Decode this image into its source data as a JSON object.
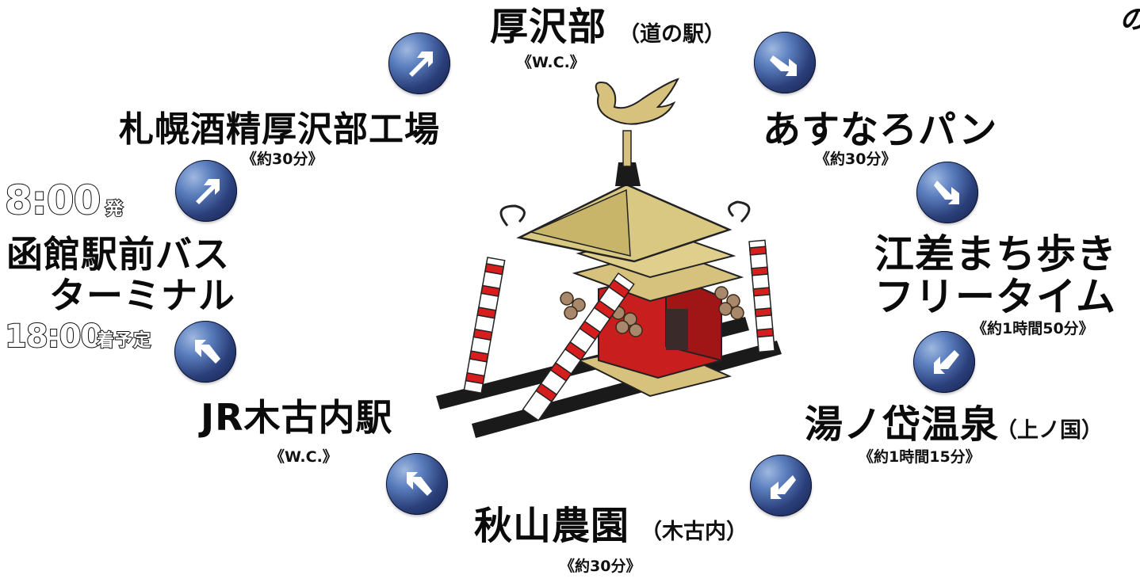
{
  "stops": {
    "atsusabu": {
      "name": "厚沢部",
      "paren": "（道の駅）",
      "note": "《W.C.》"
    },
    "sake": {
      "name": "札幌酒精厚沢部工場",
      "note": "《約30分》"
    },
    "asunaro": {
      "name": "あすなろパン",
      "note": "《約30分》"
    },
    "esashi": {
      "line1": "江差まち歩き",
      "line2": "フリータイム",
      "note": "《約1時間50分》"
    },
    "yunotai": {
      "name": "湯ノ岱温泉",
      "paren": "（上ノ国）",
      "note": "《約1時間15分》"
    },
    "akiyama": {
      "name": "秋山農園",
      "paren": "（木古内）",
      "note": "《約30分》"
    },
    "kikonai": {
      "name": "JR木古内駅",
      "note": "《W.C.》"
    }
  },
  "departure": {
    "time": "8:00",
    "time_suffix": "発",
    "place_line1": "函館駅前バス",
    "place_line2": "ターミナル",
    "return_time": "18:00",
    "return_suffix": "着予定"
  },
  "corner_text": "の",
  "colors": {
    "arrow_dark": "#141f47",
    "arrow_mid": "#2a3f7a",
    "arrow_light": "#9fb8df"
  },
  "arrows": [
    {
      "name": "arrow-up-right-1",
      "icon": "arrow-up-right"
    },
    {
      "name": "arrow-down-right-1",
      "icon": "arrow-down-right"
    },
    {
      "name": "arrow-up-right-2",
      "icon": "arrow-up-right"
    },
    {
      "name": "arrow-down-right-2",
      "icon": "arrow-down-right"
    },
    {
      "name": "arrow-up-left-1",
      "icon": "arrow-up-left"
    },
    {
      "name": "arrow-down-left-1",
      "icon": "arrow-down-left"
    },
    {
      "name": "arrow-down-left-2",
      "icon": "arrow-down-left"
    },
    {
      "name": "arrow-up-left-2",
      "icon": "arrow-up-left"
    }
  ]
}
